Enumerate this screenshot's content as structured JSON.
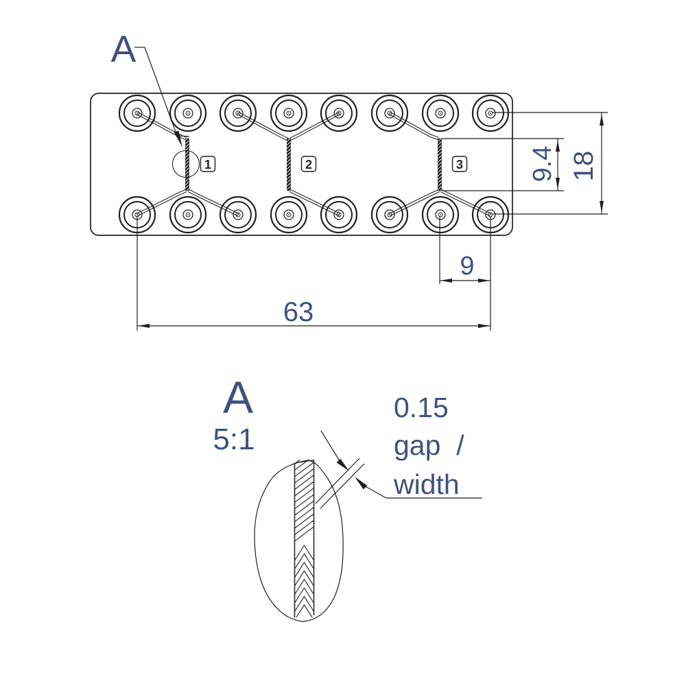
{
  "colors": {
    "background": "#ffffff",
    "line": "#1f1f1f",
    "dim_text": "#41517c",
    "section_text": "#262626"
  },
  "main_view": {
    "detail_callout": "A",
    "sections": [
      "1",
      "2",
      "3"
    ],
    "dimensions": {
      "slot_length": "9.4",
      "row_pitch": "18",
      "pad_pitch": "9",
      "overall_width": "63"
    }
  },
  "detail_view": {
    "title": "A",
    "scale": "5:1",
    "note": {
      "value": "0.15",
      "line2": "gap  /",
      "line3": "width"
    }
  }
}
